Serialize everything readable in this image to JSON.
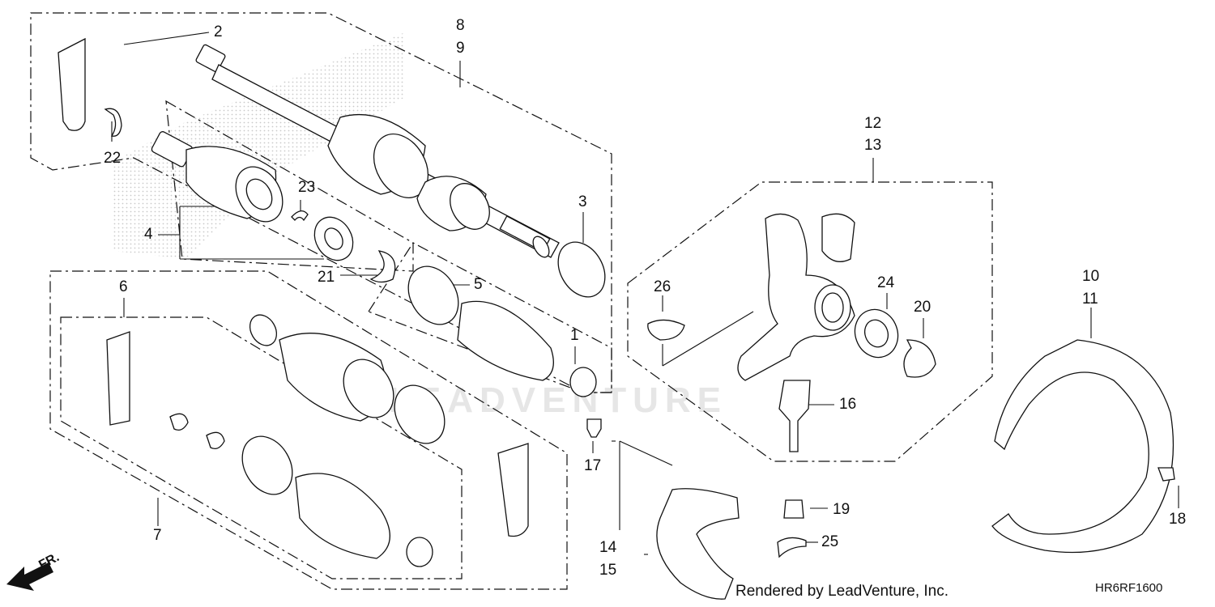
{
  "diagram": {
    "callouts": {
      "c1": "1",
      "c2": "2",
      "c3": "3",
      "c4": "4",
      "c5": "5",
      "c6": "6",
      "c7": "7",
      "c8": "8",
      "c9": "9",
      "c10": "10",
      "c11": "11",
      "c12": "12",
      "c13": "13",
      "c14": "14",
      "c15": "15",
      "c16": "16",
      "c17": "17",
      "c18": "18",
      "c19": "19",
      "c20": "20",
      "c21": "21",
      "c22": "22",
      "c23": "23",
      "c24": "24",
      "c25": "25",
      "c26": "26"
    },
    "front_arrow_label": "FR.",
    "credit": "Rendered by LeadVenture, Inc.",
    "diagram_code": "HR6RF1600",
    "watermark": "LEADVENTURE"
  },
  "colors": {
    "line": "#111111",
    "stipple": "#bdbdbd",
    "watermark": "#e6e6e6"
  }
}
